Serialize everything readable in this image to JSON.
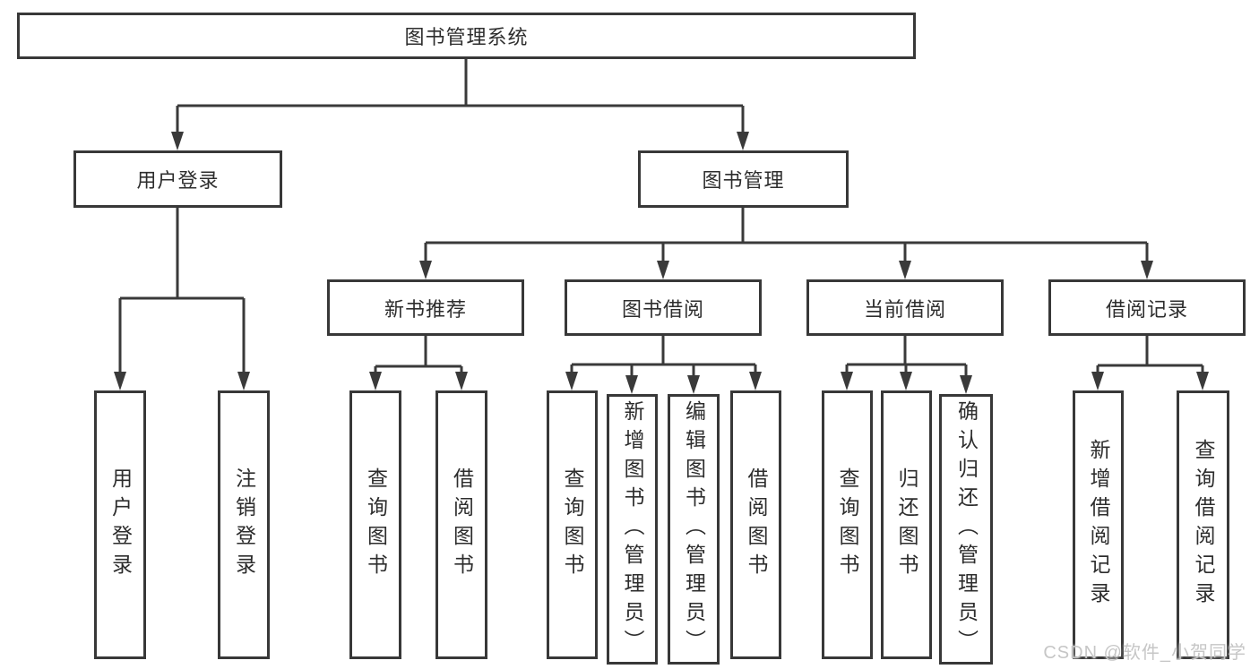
{
  "diagram": {
    "nodes": {
      "root": {
        "label": "图书管理系统"
      },
      "user_login": {
        "label": "用户登录"
      },
      "book_mgmt": {
        "label": "图书管理"
      },
      "new_book": {
        "label": "新书推荐"
      },
      "book_borrow": {
        "label": "图书借阅"
      },
      "current_borrow": {
        "label": "当前借阅"
      },
      "borrow_record": {
        "label": "借阅记录"
      },
      "ul_user_login": {
        "label": "用户登录"
      },
      "ul_logout": {
        "label": "注销登录"
      },
      "nb_query": {
        "label": "查询图书"
      },
      "nb_borrow": {
        "label": "借阅图书"
      },
      "bb_query": {
        "label": "查询图书"
      },
      "bb_add": {
        "label": "新增图书（管理员）"
      },
      "bb_edit": {
        "label": "编辑图书（管理员）"
      },
      "bb_borrow": {
        "label": "借阅图书"
      },
      "cb_query": {
        "label": "查询图书"
      },
      "cb_return": {
        "label": "归还图书"
      },
      "cb_confirm": {
        "label": "确认归还（管理员）"
      },
      "br_add": {
        "label": "新增借阅记录"
      },
      "br_query": {
        "label": "查询借阅记录"
      }
    },
    "tree": {
      "图书管理系统": {
        "用户登录": [
          "用户登录",
          "注销登录"
        ],
        "图书管理": {
          "新书推荐": [
            "查询图书",
            "借阅图书"
          ],
          "图书借阅": [
            "查询图书",
            "新增图书（管理员）",
            "编辑图书（管理员）",
            "借阅图书"
          ],
          "当前借阅": [
            "查询图书",
            "归还图书",
            "确认归还（管理员）"
          ],
          "借阅记录": [
            "新增借阅记录",
            "查询借阅记录"
          ]
        }
      }
    },
    "colors": {
      "line": "#3a3a3a",
      "box_border": "#383838",
      "text": "#2d2d2d",
      "background": "#ffffff",
      "watermark": "#c6c6c6"
    }
  },
  "watermark": {
    "text": "CSDN @软件_小贺同学"
  }
}
